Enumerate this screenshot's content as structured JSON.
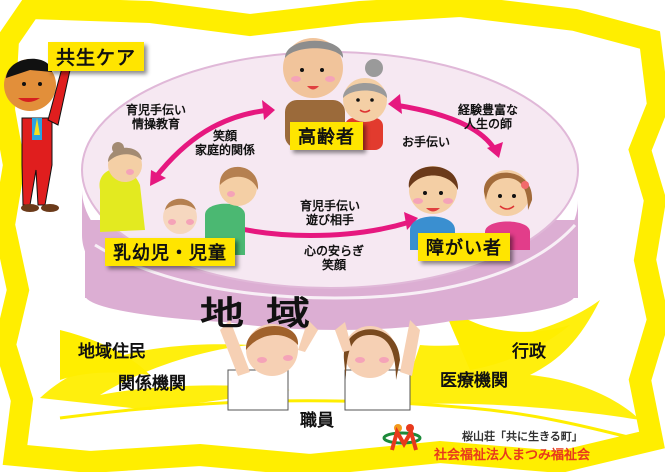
{
  "title_tag": "共生ケア",
  "groups": {
    "elderly": "高齢者",
    "children": "乳幼児・児童",
    "disabled": "障がい者"
  },
  "relations": {
    "children_to_elderly_outer": [
      "育児手伝い",
      "情操教育"
    ],
    "children_to_elderly_inner": [
      "笑顔",
      "家庭的関係"
    ],
    "elderly_to_disabled_outer": [
      "経験豊富な",
      "人生の師"
    ],
    "elderly_to_disabled_inner": "お手伝い",
    "children_to_disabled_top": [
      "育児手伝い",
      "遊び相手"
    ],
    "children_to_disabled_bottom": [
      "心の安らぎ",
      "笑顔"
    ]
  },
  "base_label": "地域",
  "supporters": {
    "left_line1": "地域住民",
    "left_line2": "関係機関",
    "staff": "職員",
    "right_line1": "行政",
    "right_line2": "医療機関"
  },
  "logo": {
    "subtitle": "桜山荘「共に生きる町」",
    "org_name": "社会福祉法人まつみ福祉会"
  },
  "colors": {
    "frame_yellow": "#ffee00",
    "ellipse_top": "#f6e6f1",
    "ellipse_side": "#dfb3d6",
    "arrow_magenta": "#e6187f",
    "tag_yellow": "#ffe500",
    "logo_red": "#e8391c"
  }
}
